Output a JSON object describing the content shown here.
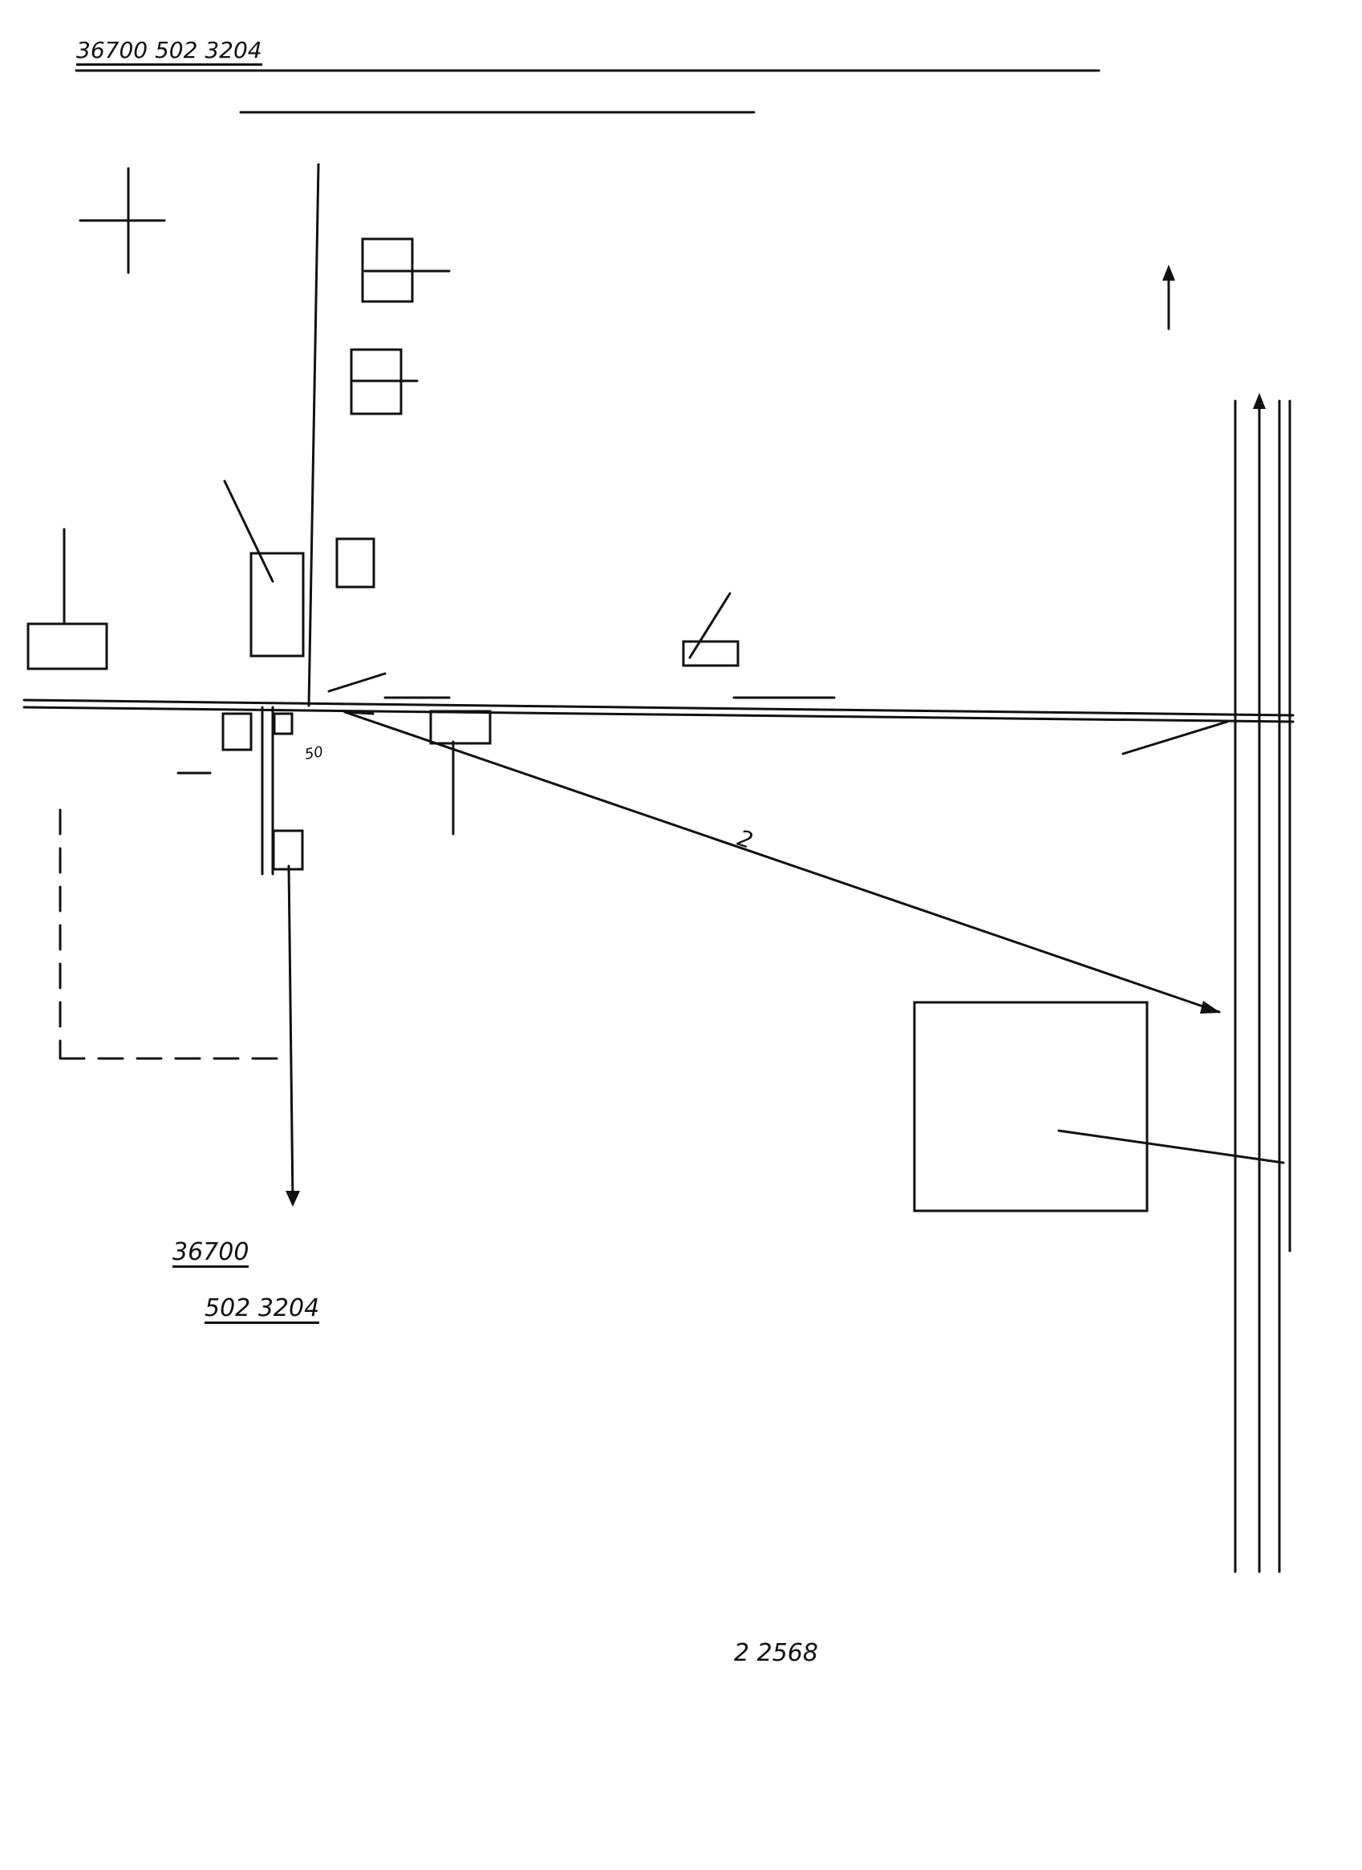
{
  "document": {
    "header_line1": "",
    "header_line2": "",
    "parcel_no": "36700",
    "land_no": "502",
    "survey_page": "3204"
  },
  "compass": {
    "north": "",
    "west": "",
    "east": "",
    "south": ""
  },
  "road_directions": {
    "top_right": "",
    "bottom_right": ""
  },
  "landmarks": {
    "temple_right": "",
    "office_block": "",
    "office_sub1": "",
    "office_sub2": "",
    "school": "",
    "school_sub": "",
    "forest": "",
    "village_sign": "",
    "village_sign2": "",
    "health_center": "",
    "health_center2": "",
    "health_center3": "",
    "junction": "",
    "junction2": "",
    "distance_label": "",
    "distance_value": "2",
    "distance_unit": "",
    "road_school": "",
    "road_school2": "",
    "district_office": "",
    "district_office2": "",
    "district_office3": "",
    "distance_50": "50"
  },
  "parcel_caption": {
    "line1_prefix": "",
    "line1_no": "36700",
    "line2": "502",
    "line2_page": "3204",
    "line3": ""
  },
  "stamp": {
    "line1_prefix": "",
    "line1_no": "2 2568",
    "line2": "",
    "line3": ""
  }
}
